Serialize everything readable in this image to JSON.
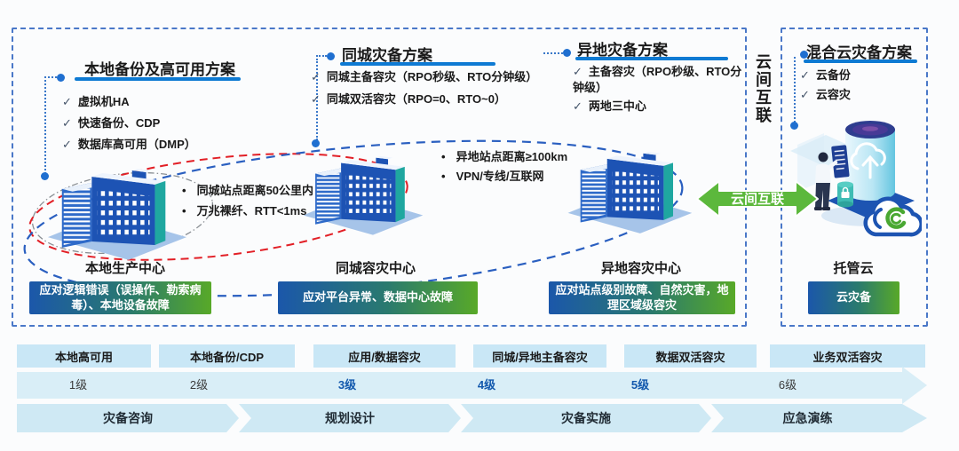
{
  "icons": {
    "check": "✓",
    "bullet": "•"
  },
  "colors": {
    "accent_blue": "#0e7ad3",
    "brand_blue": "#1d54b2",
    "green": "#5cb83c",
    "red_link": "#e21f26",
    "blue_link": "#2a5fc0",
    "bar_gradient_start": "#1b57aa",
    "bar_gradient_end": "#58a928",
    "band_blue": "#d9eef7",
    "cell_blue": "#c9e7f6"
  },
  "plans": {
    "local": {
      "title": "本地备份及高可用方案",
      "items": [
        "虚拟机HA",
        "快速备份、CDP",
        "数据库高可用（DMP）"
      ]
    },
    "metro": {
      "title": "同城灾备方案",
      "items": [
        "同城主备容灾（RPO秒级、RTO分钟级）",
        "同城双活容灾（RPO=0、RTO~0）"
      ]
    },
    "remote": {
      "title": "异地灾备方案",
      "items": [
        "主备容灾（RPO秒级、RTO分钟级）",
        "两地三中心"
      ]
    },
    "hybrid": {
      "title": "混合云灾备方案",
      "items": [
        "云备份",
        "云容灾"
      ]
    }
  },
  "link_notes": {
    "metro": [
      "同城站点距离50公里内",
      "万兆裸纤、RTT<1ms"
    ],
    "remote": [
      "异地站点距离≥100km",
      "VPN/专线/互联网"
    ]
  },
  "centers": [
    {
      "name": "本地生产中心",
      "scope": "应对逻辑错误（误操作、勒索病毒）、本地设备故障"
    },
    {
      "name": "同城容灾中心",
      "scope": "应对平台异常、数据中心故障"
    },
    {
      "name": "异地容灾中心",
      "scope": "应对站点级别故障、自然灾害，地理区域级容灾"
    },
    {
      "name": "托管云",
      "scope": "云灾备"
    }
  ],
  "interconnect": {
    "vertical_label": "云间互联",
    "arrow_label": "云间互联"
  },
  "maturity": {
    "capabilities": [
      "本地高可用",
      "本地备份/CDP",
      "应用/数据容灾",
      "同城/异地主备容灾",
      "数据双活容灾",
      "业务双活容灾"
    ],
    "levels": [
      "1级",
      "2级",
      "3级",
      "4级",
      "5级",
      "6级"
    ],
    "phases": [
      "灾备咨询",
      "规划设计",
      "灾备实施",
      "应急演练"
    ]
  }
}
